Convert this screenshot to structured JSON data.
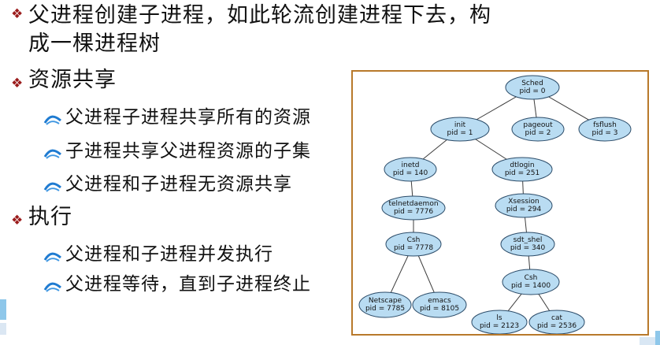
{
  "slide": {
    "line1": "父进程创建子进程，如此轮流创建进程下去，构",
    "line2": "成一棵进程树",
    "resource_heading": "资源共享",
    "resource_items": [
      "父进程子进程共享所有的资源",
      "子进程共享父进程资源的子集",
      "父进程和子进程无资源共享"
    ],
    "exec_heading": "执行",
    "exec_items": [
      "父进程和子进程并发执行",
      "父进程等待，直到子进程终止"
    ]
  },
  "tree": {
    "nodes": [
      {
        "id": "sched",
        "name": "Sched",
        "pid": "pid = 0"
      },
      {
        "id": "init",
        "name": "init",
        "pid": "pid = 1"
      },
      {
        "id": "pageout",
        "name": "pageout",
        "pid": "pid = 2"
      },
      {
        "id": "fsflush",
        "name": "fsflush",
        "pid": "pid = 3"
      },
      {
        "id": "inetd",
        "name": "inetd",
        "pid": "pid = 140"
      },
      {
        "id": "dtlogin",
        "name": "dtlogin",
        "pid": "pid = 251"
      },
      {
        "id": "telnetdaemon",
        "name": "telnetdaemon",
        "pid": "pid = 7776"
      },
      {
        "id": "xsession",
        "name": "Xsession",
        "pid": "pid = 294"
      },
      {
        "id": "csh7778",
        "name": "Csh",
        "pid": "pid = 7778"
      },
      {
        "id": "sdtshel",
        "name": "sdt_shel",
        "pid": "pid = 340"
      },
      {
        "id": "netscape",
        "name": "Netscape",
        "pid": "pid = 7785"
      },
      {
        "id": "emacs",
        "name": "emacs",
        "pid": "pid = 8105"
      },
      {
        "id": "csh1400",
        "name": "Csh",
        "pid": "pid = 1400"
      },
      {
        "id": "ls",
        "name": "ls",
        "pid": "pid = 2123"
      },
      {
        "id": "cat",
        "name": "cat",
        "pid": "pid = 2536"
      }
    ]
  }
}
